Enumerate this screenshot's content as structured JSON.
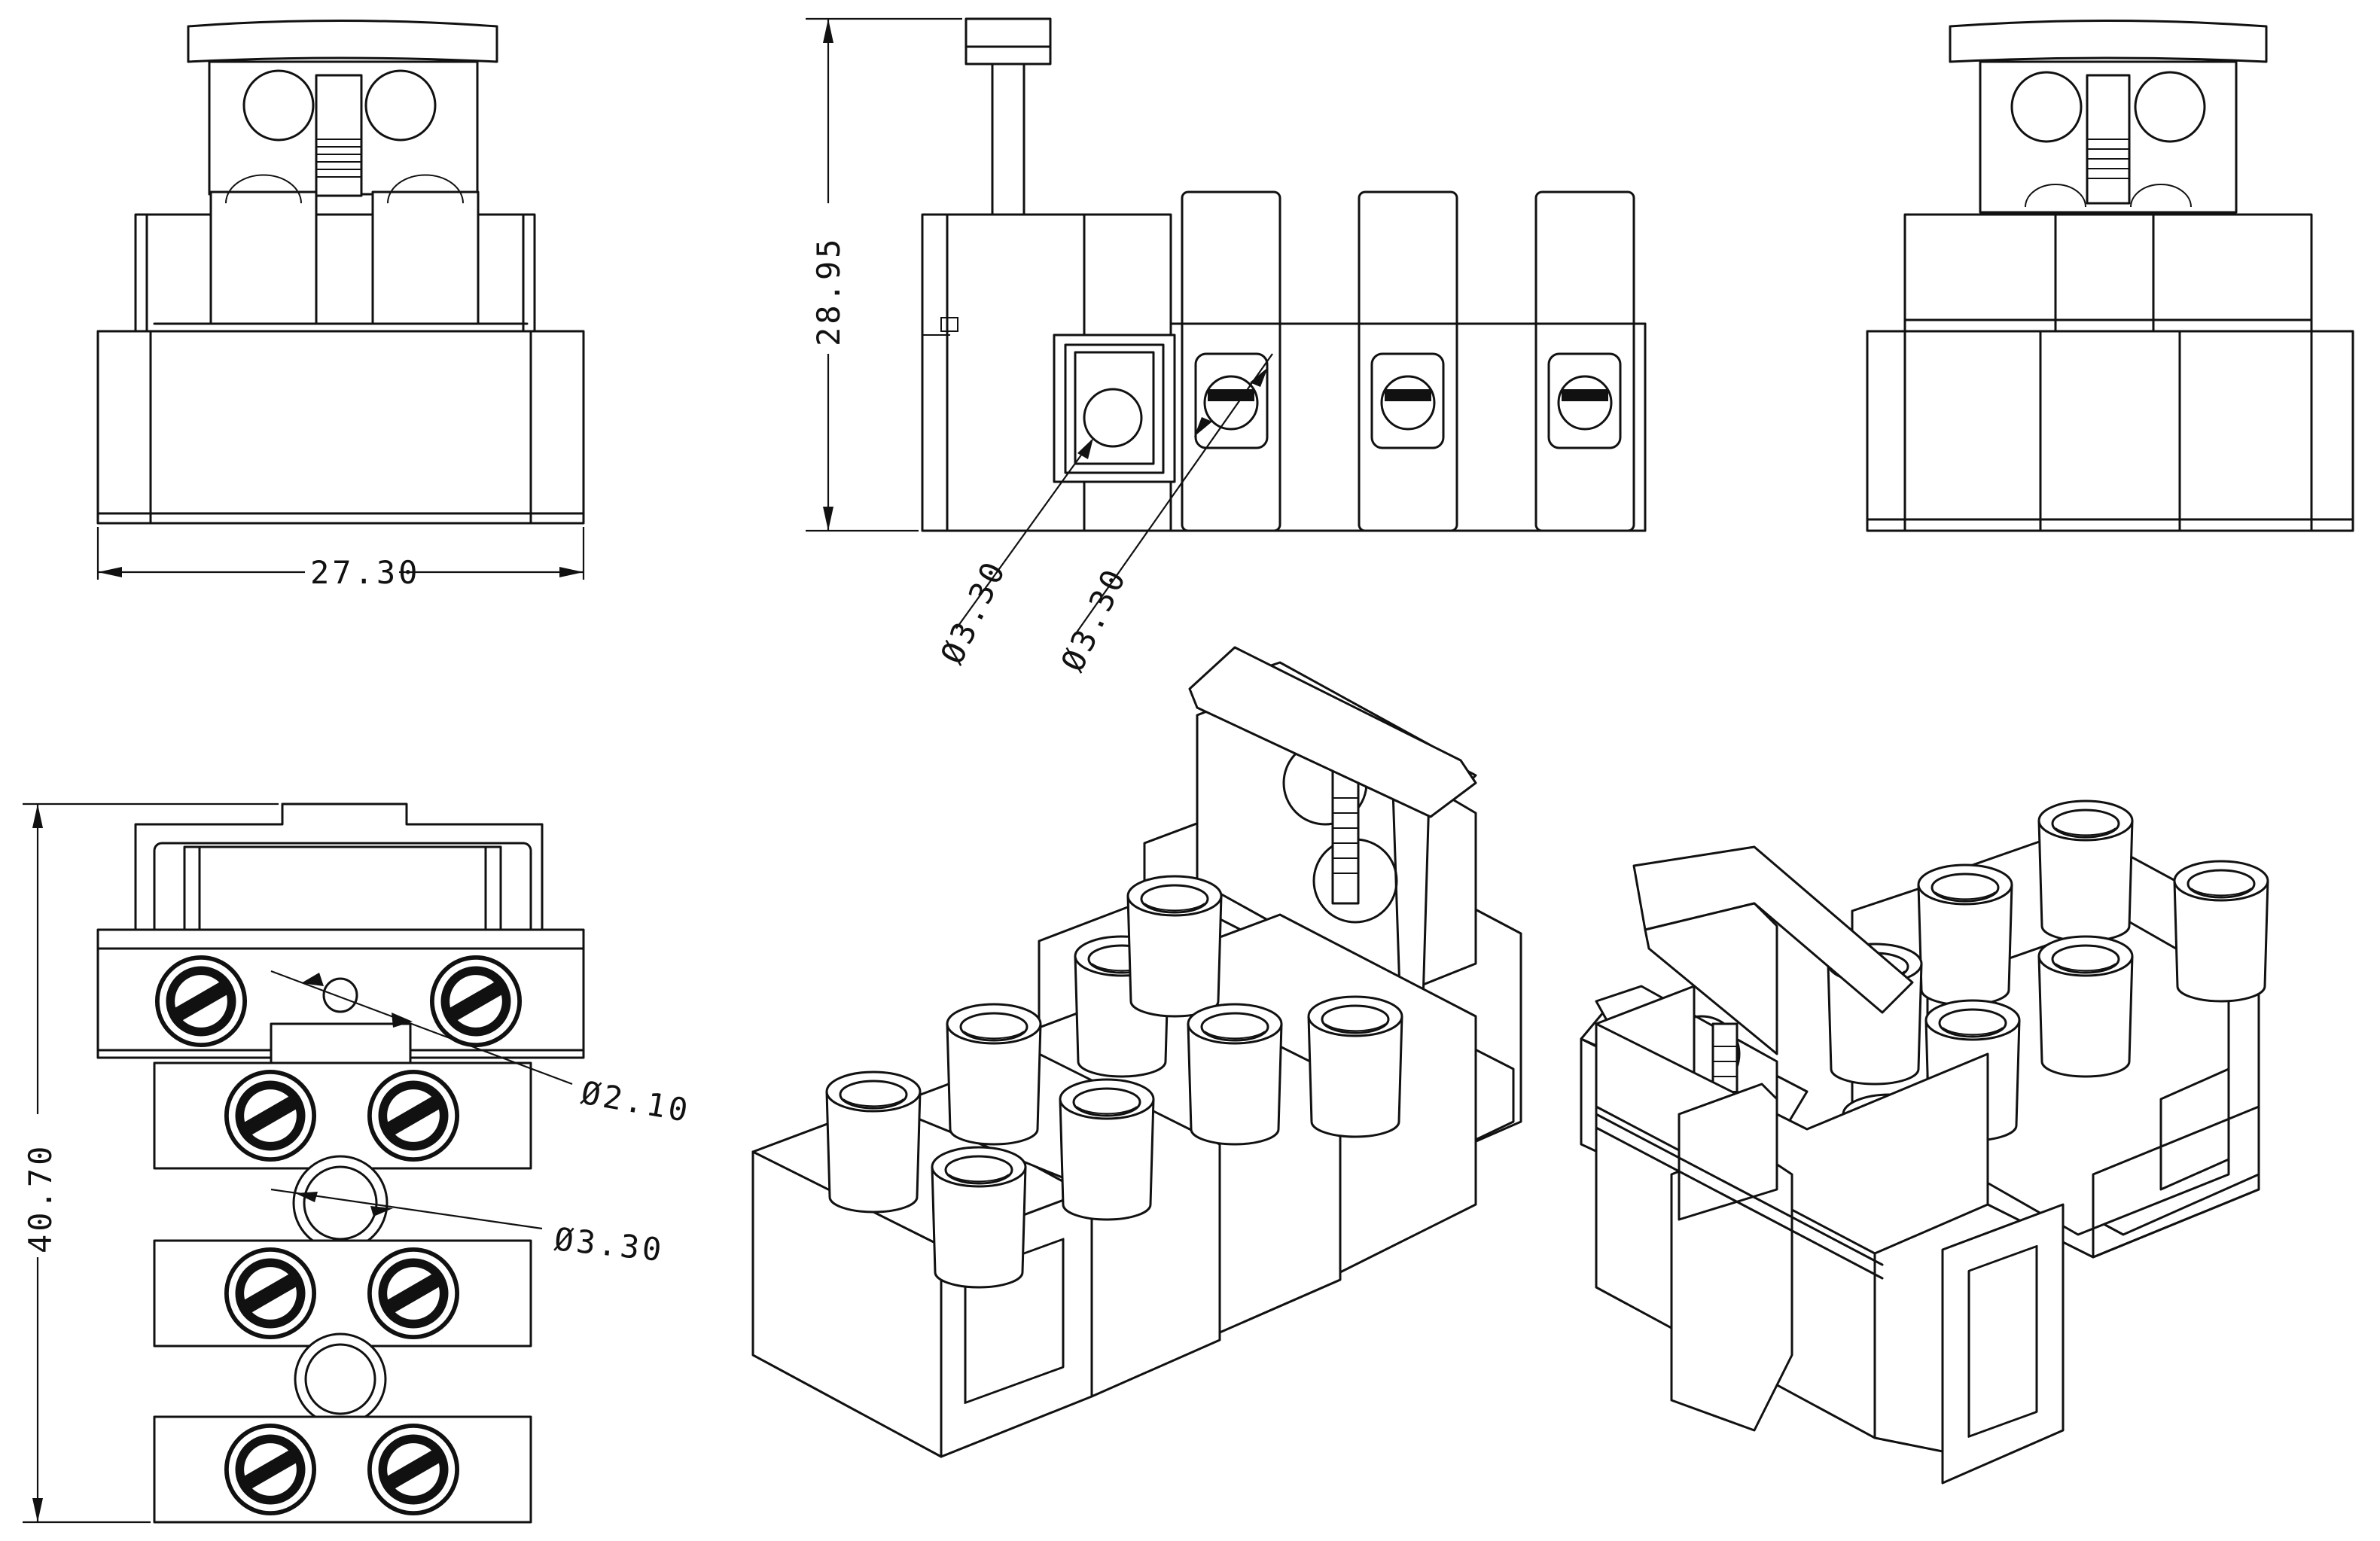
{
  "drawing": {
    "title": "",
    "views": [
      "front-view",
      "side-view",
      "end-view",
      "top-view",
      "isometric-view-a",
      "isometric-view-b"
    ]
  },
  "dimensions": {
    "width": "27.30",
    "height": "28.95",
    "length": "40.70",
    "side_hole_a": "Ø3.30",
    "side_hole_b": "Ø3.30",
    "top_hole_small": "Ø2.10",
    "top_hole_large": "Ø3.30"
  },
  "colors": {
    "line": "#111111",
    "background": "#ffffff"
  }
}
